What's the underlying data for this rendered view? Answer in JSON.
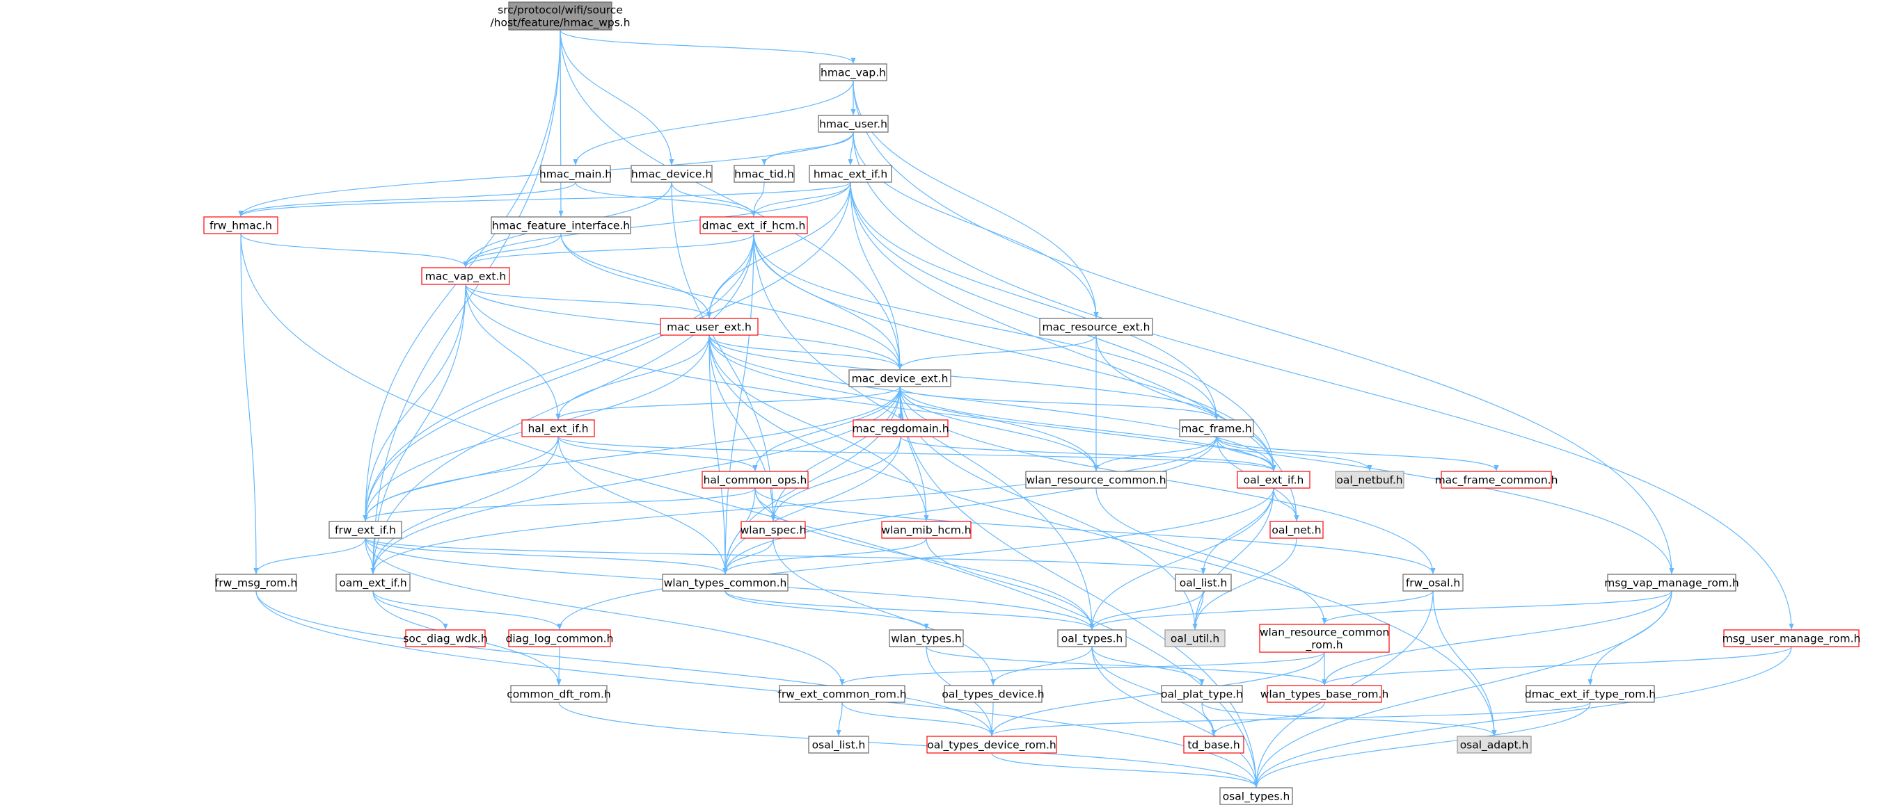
{
  "colors": {
    "edge": "#63b8ff",
    "node_border_normal": "#666666",
    "node_border_truncated": "#ff0000",
    "node_border_system": "#999999",
    "node_fill_normal": "#ffffff",
    "node_fill_root": "#999999",
    "node_fill_system": "#e0e0e0",
    "text": "#000000"
  },
  "nodes": [
    {
      "id": "root",
      "label": [
        "src/protocol/wifi/source",
        "/host/feature/hmac_wps.h"
      ],
      "kind": "root"
    },
    {
      "id": "hmac_vap",
      "label": [
        "hmac_vap.h"
      ],
      "kind": "normal"
    },
    {
      "id": "hmac_user",
      "label": [
        "hmac_user.h"
      ],
      "kind": "normal"
    },
    {
      "id": "hmac_main",
      "label": [
        "hmac_main.h"
      ],
      "kind": "normal"
    },
    {
      "id": "hmac_device",
      "label": [
        "hmac_device.h"
      ],
      "kind": "normal"
    },
    {
      "id": "hmac_tid",
      "label": [
        "hmac_tid.h"
      ],
      "kind": "normal"
    },
    {
      "id": "hmac_ext_if",
      "label": [
        "hmac_ext_if.h"
      ],
      "kind": "normal"
    },
    {
      "id": "frw_hmac",
      "label": [
        "frw_hmac.h"
      ],
      "kind": "truncated"
    },
    {
      "id": "hmac_feature_interface",
      "label": [
        "hmac_feature_interface.h"
      ],
      "kind": "normal"
    },
    {
      "id": "dmac_ext_if_hcm",
      "label": [
        "dmac_ext_if_hcm.h"
      ],
      "kind": "truncated"
    },
    {
      "id": "mac_vap_ext",
      "label": [
        "mac_vap_ext.h"
      ],
      "kind": "truncated"
    },
    {
      "id": "mac_user_ext",
      "label": [
        "mac_user_ext.h"
      ],
      "kind": "truncated"
    },
    {
      "id": "mac_resource_ext",
      "label": [
        "mac_resource_ext.h"
      ],
      "kind": "normal"
    },
    {
      "id": "mac_device_ext",
      "label": [
        "mac_device_ext.h"
      ],
      "kind": "normal"
    },
    {
      "id": "hal_ext_if",
      "label": [
        "hal_ext_if.h"
      ],
      "kind": "truncated"
    },
    {
      "id": "mac_regdomain",
      "label": [
        "mac_regdomain.h"
      ],
      "kind": "truncated"
    },
    {
      "id": "mac_frame",
      "label": [
        "mac_frame.h"
      ],
      "kind": "normal"
    },
    {
      "id": "hal_common_ops",
      "label": [
        "hal_common_ops.h"
      ],
      "kind": "truncated"
    },
    {
      "id": "wlan_resource_common",
      "label": [
        "wlan_resource_common.h"
      ],
      "kind": "normal"
    },
    {
      "id": "oal_ext_if",
      "label": [
        "oal_ext_if.h"
      ],
      "kind": "truncated"
    },
    {
      "id": "oal_netbuf",
      "label": [
        "oal_netbuf.h"
      ],
      "kind": "system"
    },
    {
      "id": "mac_frame_common",
      "label": [
        "mac_frame_common.h"
      ],
      "kind": "truncated"
    },
    {
      "id": "frw_ext_if",
      "label": [
        "frw_ext_if.h"
      ],
      "kind": "normal"
    },
    {
      "id": "wlan_spec",
      "label": [
        "wlan_spec.h"
      ],
      "kind": "truncated"
    },
    {
      "id": "wlan_mib_hcm",
      "label": [
        "wlan_mib_hcm.h"
      ],
      "kind": "truncated"
    },
    {
      "id": "oal_net",
      "label": [
        "oal_net.h"
      ],
      "kind": "truncated"
    },
    {
      "id": "frw_msg_rom",
      "label": [
        "frw_msg_rom.h"
      ],
      "kind": "normal"
    },
    {
      "id": "oam_ext_if",
      "label": [
        "oam_ext_if.h"
      ],
      "kind": "normal"
    },
    {
      "id": "wlan_types_common",
      "label": [
        "wlan_types_common.h"
      ],
      "kind": "normal"
    },
    {
      "id": "oal_list",
      "label": [
        "oal_list.h"
      ],
      "kind": "normal"
    },
    {
      "id": "frw_osal",
      "label": [
        "frw_osal.h"
      ],
      "kind": "normal"
    },
    {
      "id": "msg_vap_manage_rom",
      "label": [
        "msg_vap_manage_rom.h"
      ],
      "kind": "normal"
    },
    {
      "id": "soc_diag_wdk",
      "label": [
        "soc_diag_wdk.h"
      ],
      "kind": "truncated"
    },
    {
      "id": "diag_log_common",
      "label": [
        "diag_log_common.h"
      ],
      "kind": "truncated"
    },
    {
      "id": "wlan_types",
      "label": [
        "wlan_types.h"
      ],
      "kind": "normal"
    },
    {
      "id": "oal_types",
      "label": [
        "oal_types.h"
      ],
      "kind": "normal"
    },
    {
      "id": "oal_util",
      "label": [
        "oal_util.h"
      ],
      "kind": "system"
    },
    {
      "id": "wlan_resource_common_rom",
      "label": [
        "wlan_resource_common",
        "_rom.h"
      ],
      "kind": "truncated"
    },
    {
      "id": "msg_user_manage_rom",
      "label": [
        "msg_user_manage_rom.h"
      ],
      "kind": "truncated"
    },
    {
      "id": "common_dft_rom",
      "label": [
        "common_dft_rom.h"
      ],
      "kind": "normal"
    },
    {
      "id": "frw_ext_common_rom",
      "label": [
        "frw_ext_common_rom.h"
      ],
      "kind": "normal"
    },
    {
      "id": "oal_types_device",
      "label": [
        "oal_types_device.h"
      ],
      "kind": "normal"
    },
    {
      "id": "oal_plat_type",
      "label": [
        "oal_plat_type.h"
      ],
      "kind": "normal"
    },
    {
      "id": "wlan_types_base_rom",
      "label": [
        "wlan_types_base_rom.h"
      ],
      "kind": "truncated"
    },
    {
      "id": "dmac_ext_if_type_rom",
      "label": [
        "dmac_ext_if_type_rom.h"
      ],
      "kind": "normal"
    },
    {
      "id": "osal_list",
      "label": [
        "osal_list.h"
      ],
      "kind": "normal"
    },
    {
      "id": "oal_types_device_rom",
      "label": [
        "oal_types_device_rom.h"
      ],
      "kind": "truncated"
    },
    {
      "id": "td_base",
      "label": [
        "td_base.h"
      ],
      "kind": "truncated"
    },
    {
      "id": "osal_adapt",
      "label": [
        "osal_adapt.h"
      ],
      "kind": "system"
    },
    {
      "id": "osal_types",
      "label": [
        "osal_types.h"
      ],
      "kind": "normal"
    }
  ],
  "edges": [
    [
      "root",
      "hmac_vap"
    ],
    [
      "root",
      "hmac_device"
    ],
    [
      "root",
      "hmac_feature_interface"
    ],
    [
      "root",
      "frw_ext_if"
    ],
    [
      "root",
      "mac_device_ext"
    ],
    [
      "root",
      "oam_ext_if"
    ],
    [
      "hmac_vap",
      "hmac_user"
    ],
    [
      "hmac_vap",
      "hmac_main"
    ],
    [
      "hmac_vap",
      "mac_resource_ext"
    ],
    [
      "hmac_vap",
      "msg_vap_manage_rom"
    ],
    [
      "hmac_user",
      "hmac_tid"
    ],
    [
      "hmac_user",
      "hmac_ext_if"
    ],
    [
      "hmac_user",
      "frw_hmac"
    ],
    [
      "hmac_user",
      "mac_resource_ext"
    ],
    [
      "hmac_user",
      "msg_user_manage_rom"
    ],
    [
      "hmac_main",
      "frw_hmac"
    ],
    [
      "hmac_main",
      "dmac_ext_if_hcm"
    ],
    [
      "hmac_device",
      "dmac_ext_if_hcm"
    ],
    [
      "hmac_device",
      "mac_vap_ext"
    ],
    [
      "hmac_device",
      "wlan_spec"
    ],
    [
      "hmac_tid",
      "dmac_ext_if_hcm"
    ],
    [
      "hmac_ext_if",
      "dmac_ext_if_hcm"
    ],
    [
      "hmac_ext_if",
      "frw_hmac"
    ],
    [
      "hmac_ext_if",
      "mac_vap_ext"
    ],
    [
      "hmac_ext_if",
      "mac_user_ext"
    ],
    [
      "hmac_ext_if",
      "mac_device_ext"
    ],
    [
      "hmac_ext_if",
      "mac_frame"
    ],
    [
      "hmac_ext_if",
      "oal_ext_if"
    ],
    [
      "hmac_ext_if",
      "oal_net"
    ],
    [
      "hmac_ext_if",
      "frw_ext_if"
    ],
    [
      "frw_hmac",
      "mac_vap_ext"
    ],
    [
      "frw_hmac",
      "frw_msg_rom"
    ],
    [
      "frw_hmac",
      "osal_types"
    ],
    [
      "hmac_feature_interface",
      "mac_vap_ext"
    ],
    [
      "hmac_feature_interface",
      "mac_user_ext"
    ],
    [
      "hmac_feature_interface",
      "mac_device_ext"
    ],
    [
      "dmac_ext_if_hcm",
      "mac_vap_ext"
    ],
    [
      "dmac_ext_if_hcm",
      "mac_user_ext"
    ],
    [
      "dmac_ext_if_hcm",
      "mac_device_ext"
    ],
    [
      "dmac_ext_if_hcm",
      "mac_frame"
    ],
    [
      "dmac_ext_if_hcm",
      "oal_ext_if"
    ],
    [
      "dmac_ext_if_hcm",
      "frw_ext_if"
    ],
    [
      "dmac_ext_if_hcm",
      "oam_ext_if"
    ],
    [
      "dmac_ext_if_hcm",
      "wlan_types_common"
    ],
    [
      "dmac_ext_if_hcm",
      "oal_types"
    ],
    [
      "mac_vap_ext",
      "mac_user_ext"
    ],
    [
      "mac_vap_ext",
      "mac_device_ext"
    ],
    [
      "mac_vap_ext",
      "hal_ext_if"
    ],
    [
      "mac_vap_ext",
      "frw_ext_if"
    ],
    [
      "mac_vap_ext",
      "oam_ext_if"
    ],
    [
      "mac_vap_ext",
      "msg_vap_manage_rom"
    ],
    [
      "mac_user_ext",
      "mac_device_ext"
    ],
    [
      "mac_user_ext",
      "hal_ext_if"
    ],
    [
      "mac_user_ext",
      "mac_frame"
    ],
    [
      "mac_user_ext",
      "oal_ext_if"
    ],
    [
      "mac_user_ext",
      "wlan_spec"
    ],
    [
      "mac_user_ext",
      "wlan_mib_hcm"
    ],
    [
      "mac_user_ext",
      "wlan_resource_common"
    ],
    [
      "mac_user_ext",
      "wlan_types_common"
    ],
    [
      "mac_user_ext",
      "frw_ext_if"
    ],
    [
      "mac_user_ext",
      "osal_adapt"
    ],
    [
      "mac_resource_ext",
      "mac_device_ext"
    ],
    [
      "mac_resource_ext",
      "oal_ext_if"
    ],
    [
      "mac_resource_ext",
      "wlan_resource_common"
    ],
    [
      "mac_device_ext",
      "hal_ext_if"
    ],
    [
      "mac_device_ext",
      "mac_regdomain"
    ],
    [
      "mac_device_ext",
      "mac_frame"
    ],
    [
      "mac_device_ext",
      "hal_common_ops"
    ],
    [
      "mac_device_ext",
      "wlan_resource_common"
    ],
    [
      "mac_device_ext",
      "oal_ext_if"
    ],
    [
      "mac_device_ext",
      "frw_ext_if"
    ],
    [
      "mac_device_ext",
      "wlan_spec"
    ],
    [
      "mac_device_ext",
      "wlan_mib_hcm"
    ],
    [
      "mac_device_ext",
      "wlan_types_common"
    ],
    [
      "mac_device_ext",
      "oam_ext_if"
    ],
    [
      "mac_device_ext",
      "frw_osal"
    ],
    [
      "mac_device_ext",
      "oal_util"
    ],
    [
      "mac_device_ext",
      "osal_types"
    ],
    [
      "hal_ext_if",
      "hal_common_ops"
    ],
    [
      "hal_ext_if",
      "oal_ext_if"
    ],
    [
      "hal_ext_if",
      "frw_ext_if"
    ],
    [
      "hal_ext_if",
      "wlan_types_common"
    ],
    [
      "hal_ext_if",
      "oam_ext_if"
    ],
    [
      "mac_regdomain",
      "oal_ext_if"
    ],
    [
      "mac_regdomain",
      "wlan_spec"
    ],
    [
      "mac_regdomain",
      "wlan_types_common"
    ],
    [
      "mac_frame",
      "oal_ext_if"
    ],
    [
      "mac_frame",
      "oal_netbuf"
    ],
    [
      "mac_frame",
      "mac_frame_common"
    ],
    [
      "mac_frame",
      "oal_net"
    ],
    [
      "mac_frame",
      "wlan_resource_common"
    ],
    [
      "mac_frame",
      "wlan_types_common"
    ],
    [
      "mac_frame",
      "oam_ext_if"
    ],
    [
      "hal_common_ops",
      "wlan_spec"
    ],
    [
      "hal_common_ops",
      "frw_ext_if"
    ],
    [
      "hal_common_ops",
      "wlan_types_common"
    ],
    [
      "hal_common_ops",
      "oal_types"
    ],
    [
      "hal_common_ops",
      "frw_osal"
    ],
    [
      "wlan_resource_common",
      "wlan_resource_common_rom"
    ],
    [
      "oal_ext_if",
      "oal_net"
    ],
    [
      "oal_ext_if",
      "oal_list"
    ],
    [
      "oal_ext_if",
      "oal_types"
    ],
    [
      "oal_ext_if",
      "oal_util"
    ],
    [
      "oal_ext_if",
      "diag_log_common"
    ],
    [
      "oal_net",
      "oal_util"
    ],
    [
      "frw_ext_if",
      "frw_msg_rom"
    ],
    [
      "frw_ext_if",
      "oam_ext_if"
    ],
    [
      "frw_ext_if",
      "wlan_types_common"
    ],
    [
      "frw_ext_if",
      "oal_list"
    ],
    [
      "frw_ext_if",
      "oal_types"
    ],
    [
      "frw_ext_if",
      "frw_ext_common_rom"
    ],
    [
      "wlan_spec",
      "wlan_types_common"
    ],
    [
      "wlan_spec",
      "oal_types_device"
    ],
    [
      "wlan_mib_hcm",
      "wlan_types_common"
    ],
    [
      "wlan_mib_hcm",
      "oal_types"
    ],
    [
      "frw_msg_rom",
      "oal_types_device_rom"
    ],
    [
      "frw_msg_rom",
      "osal_types"
    ],
    [
      "oam_ext_if",
      "soc_diag_wdk"
    ],
    [
      "oam_ext_if",
      "diag_log_common"
    ],
    [
      "oam_ext_if",
      "common_dft_rom"
    ],
    [
      "wlan_types_common",
      "wlan_types"
    ],
    [
      "wlan_types_common",
      "oal_types"
    ],
    [
      "oal_list",
      "oal_types"
    ],
    [
      "oal_list",
      "oal_util"
    ],
    [
      "frw_osal",
      "oal_types"
    ],
    [
      "frw_osal",
      "osal_adapt"
    ],
    [
      "frw_osal",
      "osal_types"
    ],
    [
      "msg_vap_manage_rom",
      "wlan_resource_common_rom"
    ],
    [
      "msg_vap_manage_rom",
      "wlan_types_base_rom"
    ],
    [
      "msg_vap_manage_rom",
      "dmac_ext_if_type_rom"
    ],
    [
      "msg_vap_manage_rom",
      "osal_types"
    ],
    [
      "diag_log_common",
      "common_dft_rom"
    ],
    [
      "wlan_types",
      "wlan_types_base_rom"
    ],
    [
      "wlan_types",
      "oal_types_device_rom"
    ],
    [
      "oal_types",
      "oal_types_device"
    ],
    [
      "oal_types",
      "oal_plat_type"
    ],
    [
      "oal_types",
      "td_base"
    ],
    [
      "oal_types",
      "osal_types"
    ],
    [
      "wlan_resource_common_rom",
      "frw_ext_common_rom"
    ],
    [
      "wlan_resource_common_rom",
      "wlan_types_base_rom"
    ],
    [
      "wlan_resource_common_rom",
      "oal_types_device_rom"
    ],
    [
      "msg_user_manage_rom",
      "wlan_types_base_rom"
    ],
    [
      "msg_user_manage_rom",
      "osal_types"
    ],
    [
      "common_dft_rom",
      "osal_types"
    ],
    [
      "frw_ext_common_rom",
      "osal_list"
    ],
    [
      "frw_ext_common_rom",
      "oal_types_device_rom"
    ],
    [
      "oal_types_device",
      "oal_types_device_rom"
    ],
    [
      "oal_plat_type",
      "td_base"
    ],
    [
      "oal_plat_type",
      "osal_adapt"
    ],
    [
      "wlan_types_base_rom",
      "td_base"
    ],
    [
      "dmac_ext_if_type_rom",
      "oal_types_device_rom"
    ],
    [
      "dmac_ext_if_type_rom",
      "osal_types"
    ],
    [
      "oal_types_device_rom",
      "osal_types"
    ]
  ]
}
